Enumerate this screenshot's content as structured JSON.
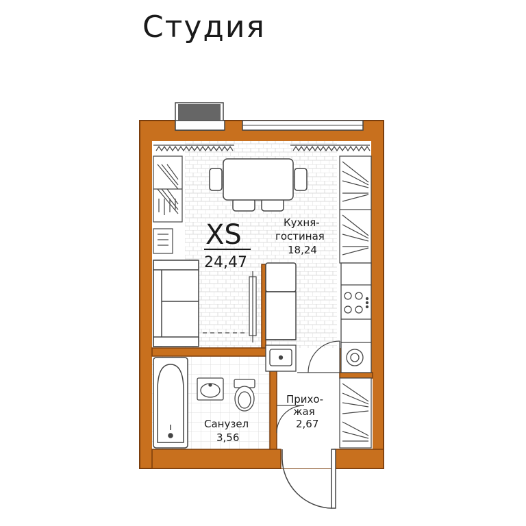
{
  "title": "Студия",
  "apartment": {
    "type": "XS",
    "total_area": "24,47"
  },
  "rooms": {
    "living": {
      "name_line1": "Кухня-",
      "name_line2": "гостиная",
      "area": "18,24"
    },
    "bath": {
      "name": "Санузел",
      "area": "3,56"
    },
    "hall": {
      "name_line1": "Прихо-",
      "name_line2": "жая",
      "area": "2,67"
    }
  },
  "colors": {
    "wall": "#c8701e",
    "wall_edge": "#7a3d0c",
    "grid": "#d8d8d8",
    "line": "#444444"
  }
}
